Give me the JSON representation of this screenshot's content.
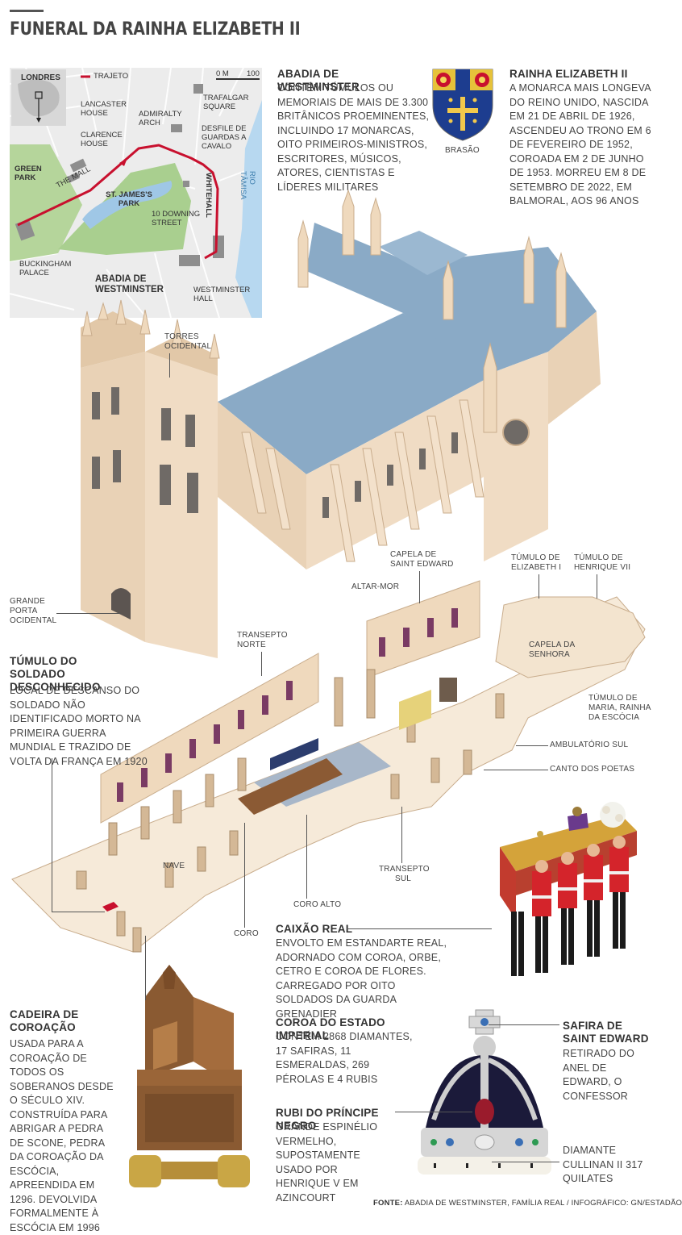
{
  "title": "FUNERAL DA RAINHA ELIZABETH II",
  "colors": {
    "route": "#c8102e",
    "park": "#a9cf8f",
    "river": "#b7d8f0",
    "stone": "#f0dcc4",
    "roof": "#8aaac6",
    "redcoat": "#d4242b"
  },
  "map": {
    "city": "LONDRES",
    "legend_route": "TRAJETO",
    "scale_start": "0 m",
    "scale_end": "100",
    "labels": {
      "trafalgar": "TRAFALGAR SQUARE",
      "lancaster": "LANCASTER HOUSE",
      "admiralty": "ADMIRALTY ARCH",
      "clarence": "CLARENCE HOUSE",
      "horse_guards": "DESFILE DE GUARDAS A CAVALO",
      "green_park": "GREEN PARK",
      "the_mall": "THE MALL",
      "st_james": "ST. JAMES'S PARK",
      "whitehall": "WHITEHALL",
      "thames": "RIO TÂMISA",
      "downing": "10 DOWNING STREET",
      "buckingham": "BUCKINGHAM PALACE",
      "abbey": "ABADIA DE WESTMINSTER",
      "westminster_hall": "WESTMINSTER HALL"
    }
  },
  "abbey_info": {
    "heading": "ABADIA DE WESTMINSTER",
    "text": "CONTÉM TÚMULOS OU MEMORIAIS DE MAIS DE 3.300 BRITÂNICOS PROEMINENTES, INCLUINDO 17 MONARCAS, OITO PRIMEIROS-MINISTROS, ESCRITORES, MÚSICOS, ATORES, CIENTISTAS E LÍDERES MILITARES"
  },
  "crest_label": "BRASÃO",
  "queen_info": {
    "heading": "RAINHA ELIZABETH II",
    "text": "A MONARCA MAIS LONGEVA DO REINO UNIDO, NASCIDA EM 21 DE ABRIL DE 1926, ASCENDEU AO TRONO EM 6 DE FEVEREIRO DE 1952, COROADA EM 2 DE JUNHO DE 1953. MORREU EM 8 DE SETEMBRO DE 2022, EM BALMORAL, AOS 96 ANOS"
  },
  "abbey_labels": {
    "towers": "TORRES OCIDENTAL",
    "great_door": "GRANDE PORTA OCIDENTAL"
  },
  "plan_labels": {
    "st_edward": "CAPELA DE SAINT EDWARD",
    "tomb_elizabeth": "TÚMULO DE ELIZABETH I",
    "tomb_henry": "TÚMULO DE HENRIQUE VII",
    "high_altar": "ALTAR-MOR",
    "north_transept": "TRANSEPTO NORTE",
    "lady_chapel": "CAPELA DA SENHORA",
    "tomb_mary": "TÚMULO DE MARIA, RAINHA DA ESCÓCIA",
    "south_ambulatory": "AMBULATÓRIO SUL",
    "poets_corner": "CANTO DOS POETAS",
    "nave": "NAVE",
    "south_transept": "TRANSEPTO SUL",
    "high_choir": "CORO ALTO",
    "choir": "CORO"
  },
  "unknown_soldier": {
    "heading": "TÚMULO DO SOLDADO DESCONHECIDO",
    "text": "LOCAL DE DESCANSO DO SOLDADO NÃO IDENTIFICADO MORTO NA PRIMEIRA GUERRA MUNDIAL E TRAZIDO DE VOLTA DA FRANÇA EM 1920"
  },
  "coffin": {
    "heading": "CAIXÃO REAL",
    "text": "ENVOLTO EM ESTANDARTE REAL, ADORNADO COM COROA, ORBE, CETRO E COROA DE FLORES. CARREGADO POR OITO SOLDADOS DA GUARDA GRENADIER"
  },
  "chair": {
    "heading": "CADEIRA DE COROAÇÃO",
    "text": "USADA PARA A COROAÇÃO DE TODOS OS SOBERANOS DESDE O SÉCULO XIV. CONSTRUÍDA PARA ABRIGAR A PEDRA DE SCONE, PEDRA DA COROAÇÃO DA ESCÓCIA, APREENDIDA EM 1296. DEVOLVIDA FORMALMENTE À ESCÓCIA EM 1996"
  },
  "crown": {
    "heading": "COROA DO ESTADO IMPERIAL",
    "text": "CONTÉM 2868 DIAMANTES, 17 SAFIRAS, 11 ESMERALDAS, 269 PÉROLAS E 4 RUBIS"
  },
  "sapphire": {
    "heading": "SAFIRA DE SAINT EDWARD",
    "text": "RETIRADO DO ANEL DE EDWARD, O CONFESSOR"
  },
  "ruby": {
    "heading": "RUBI DO PRÍNCIPE NEGRO",
    "text": "GRANDE ESPINÉLIO VERMELHO, SUPOSTAMENTE USADO POR HENRIQUE V EM AZINCOURT"
  },
  "diamond": {
    "text": "DIAMANTE CULLINAN II 317 QUILATES"
  },
  "footer": {
    "source_label": "FONTE:",
    "source_text": "ABADIA DE WESTMINSTER, FAMÍLIA REAL  / INFOGRÁFICO: GN/ESTADÃO"
  }
}
